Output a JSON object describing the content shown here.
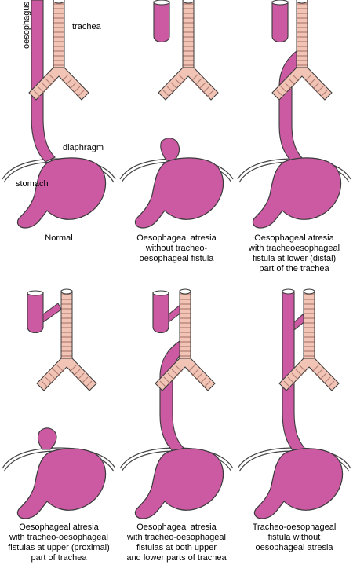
{
  "labels": {
    "oesophagus": "oesophagus",
    "trachea": "trachea",
    "diaphragm": "diaphragm",
    "stomach": "stomach"
  },
  "captions": [
    "Normal",
    "Oesophageal atresia\nwithout tracheo-\noesophageal fistula",
    "Oesophageal atresia\nwith tracheoesophageal\nfistula  at lower (distal)\npart of the trachea",
    "Oesophageal atresia\nwith tracheo-oesophageal\nfistulas at upper (proximal)\npart of trachea",
    "Oesophageal atresia\nwith tracheo-oesophageal\nfistulas at both upper\nand lower parts of trachea",
    "Tracheo-oesophageal\nfistula without\noesophageal atresia"
  ],
  "colors": {
    "oesophagus": "#cc5aa3",
    "trachea": "#f2c4b6",
    "trachea_rings": "#b27f74",
    "outline": "#3a3a3a",
    "diaphragm": "#444444"
  }
}
